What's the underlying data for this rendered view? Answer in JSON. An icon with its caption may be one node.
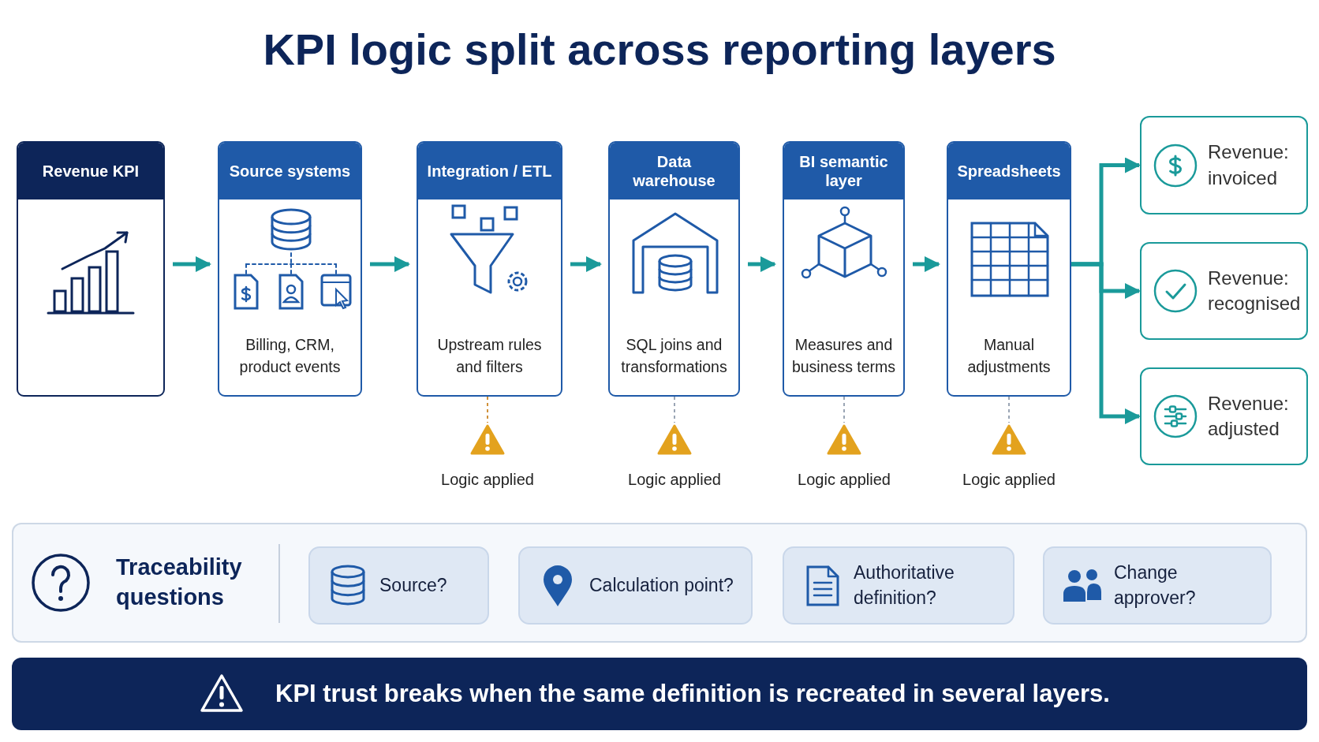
{
  "diagram": {
    "title": "KPI logic split across reporting layers",
    "nodes": [
      {
        "text": [
          "Revenue KPI"
        ]
      },
      {
        "text": [
          "Source systems",
          "Billing, CRM, product events"
        ]
      },
      {
        "text": [
          "Integration / ETL",
          "Upstream rules and filters"
        ]
      },
      {
        "text": [
          "Data warehouse",
          "SQL joins and transformations"
        ]
      },
      {
        "text": [
          "BI semantic layer",
          "Measures and business terms"
        ]
      },
      {
        "text": [
          "Spreadsheets",
          "Manual adjustments"
        ]
      },
      {
        "text": [
          "Revenue: invoiced"
        ]
      },
      {
        "text": [
          "Revenue: recognised"
        ]
      },
      {
        "text": [
          "Revenue: adjusted"
        ]
      },
      {
        "text": [
          "Logic applied"
        ]
      },
      {
        "text": [
          "Logic applied"
        ]
      },
      {
        "text": [
          "Logic applied"
        ]
      },
      {
        "text": [
          "Logic applied"
        ]
      },
      {
        "text": [
          "Traceability questions"
        ]
      },
      {
        "text": [
          "Source?"
        ],
        "in": 13
      },
      {
        "text": [
          "Calculation point?"
        ],
        "in": 13
      },
      {
        "text": [
          "Authoritative definition?"
        ],
        "in": 13
      },
      {
        "text": [
          "Change approver?"
        ],
        "in": 13
      },
      {
        "text": [
          "KPI trust breaks when the same definition is recreated in several layers."
        ]
      }
    ],
    "edges": [
      {
        "from": 0,
        "to": 1,
        "arrow": "to"
      },
      {
        "from": 1,
        "to": 2,
        "arrow": "to"
      },
      {
        "from": 2,
        "to": 3,
        "arrow": "to"
      },
      {
        "from": 3,
        "to": 4,
        "arrow": "to"
      },
      {
        "from": 4,
        "to": 5,
        "arrow": "to"
      },
      {
        "from": 5,
        "to": 6,
        "arrow": "to"
      },
      {
        "from": 5,
        "to": 7,
        "arrow": "to"
      },
      {
        "from": 5,
        "to": 8,
        "arrow": "to"
      },
      {
        "from": 2,
        "to": 9,
        "arrow": "none",
        "style": "dashed",
        "color": "#d0913a"
      },
      {
        "from": 3,
        "to": 10,
        "arrow": "none",
        "style": "dashed",
        "color": "#9aa5b4"
      },
      {
        "from": 4,
        "to": 11,
        "arrow": "none",
        "style": "dashed",
        "color": "#9aa5b4"
      },
      {
        "from": 5,
        "to": 12,
        "arrow": "none",
        "style": "dashed",
        "color": "#9aa5b4"
      }
    ]
  }
}
